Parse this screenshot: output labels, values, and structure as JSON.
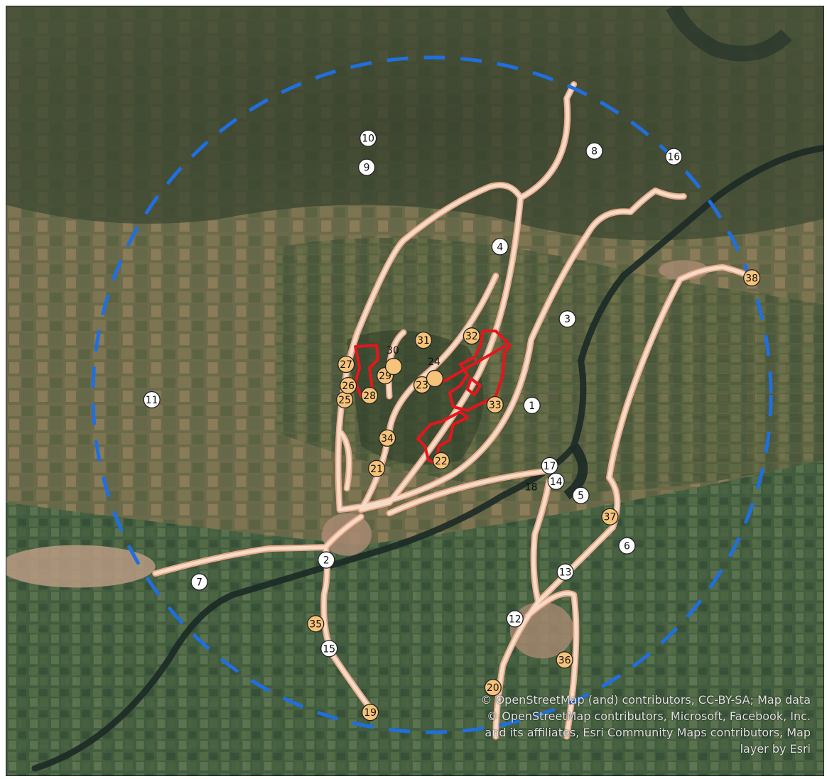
{
  "map": {
    "attribution": [
      "© OpenStreetMap (and) contributors, CC-BY-SA; Map data",
      "© OpenStreetMap contributors, Microsoft, Facebook, Inc.",
      "and its affiliates, Esri Community Maps contributors, Map",
      "layer by Esri"
    ]
  },
  "colors": {
    "road": "#f3c9ae",
    "road_edge": "#e8a88a",
    "boundary_ring": "#1f6fe0",
    "site_outline": "#e8141c",
    "marker_white": "#ffffff",
    "marker_orange": "#f6c37a",
    "river": "#1c2a26"
  },
  "markers_white": [
    "1",
    "2",
    "3",
    "4",
    "5",
    "6",
    "7",
    "8",
    "9",
    "10",
    "11",
    "12",
    "13",
    "14",
    "15",
    "16",
    "17"
  ],
  "markers_orange": [
    "19",
    "20",
    "21",
    "22",
    "23",
    "25",
    "26",
    "27",
    "28",
    "29",
    "31",
    "32",
    "33",
    "34",
    "35",
    "36",
    "37",
    "38"
  ],
  "markers_plain": [
    "18",
    "24",
    "30"
  ]
}
